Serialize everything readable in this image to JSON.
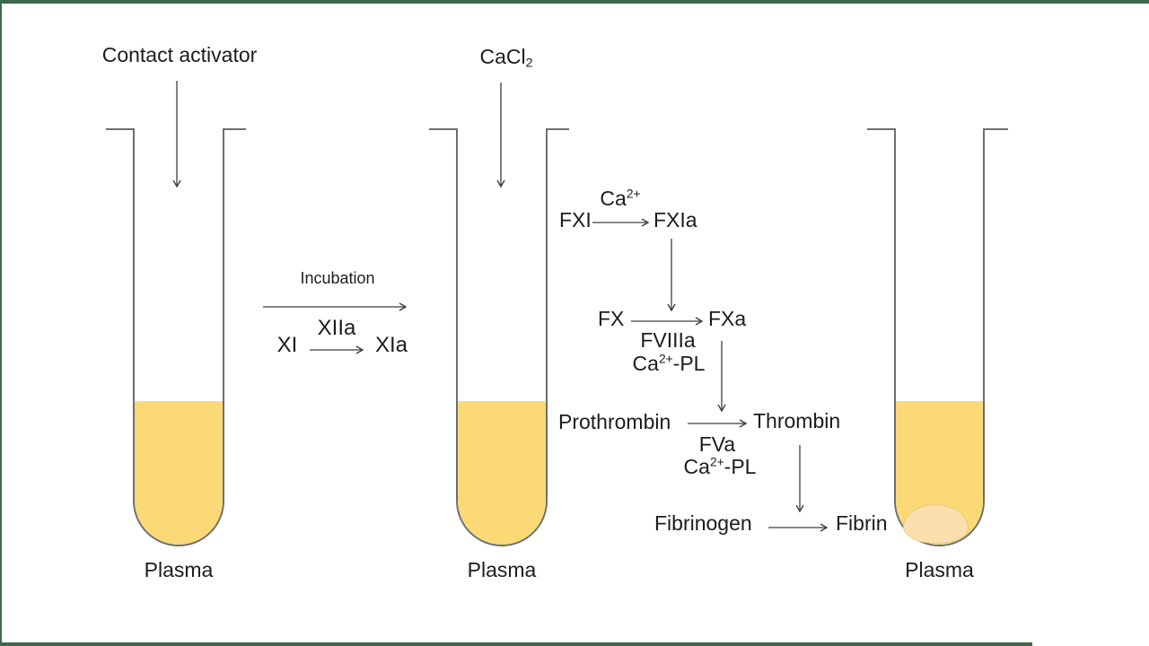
{
  "colors": {
    "plasma_yellow": "#FBD977",
    "clot_fill": "#FCDFAF",
    "clot_border": "#EACB79",
    "frame_green": "#3E684B",
    "line_color": "#3F3F3F",
    "tube_gray": "#6E6E6E",
    "text_color": "#1C1C1C"
  },
  "labels": {
    "contact_activator": "Contact activator",
    "cacl2": {
      "base": "CaCl",
      "sub": "2"
    }
  },
  "tubes": [
    {
      "label": "Plasma"
    },
    {
      "label": "Plasma"
    },
    {
      "label": "Plasma"
    }
  ],
  "incubation": {
    "title": "Incubation",
    "substrate": "XI",
    "enzyme": "XIIa",
    "product": "XIa"
  },
  "cascade": {
    "rows": [
      {
        "substrate": "FXI",
        "product": "FXIa",
        "above": {
          "base": "Ca",
          "sup": "2+"
        }
      },
      {
        "substrate": "FX",
        "product": "FXa",
        "below1": "FVIIIa",
        "below2": {
          "base": "Ca",
          "sup": "2+",
          "post": "-PL"
        }
      },
      {
        "substrate": "Prothrombin",
        "product": "Thrombin",
        "below1": "FVa",
        "below2": {
          "base": "Ca",
          "sup": "2+",
          "post": "-PL"
        }
      },
      {
        "substrate": "Fibrinogen",
        "product": "Fibrin"
      }
    ]
  }
}
